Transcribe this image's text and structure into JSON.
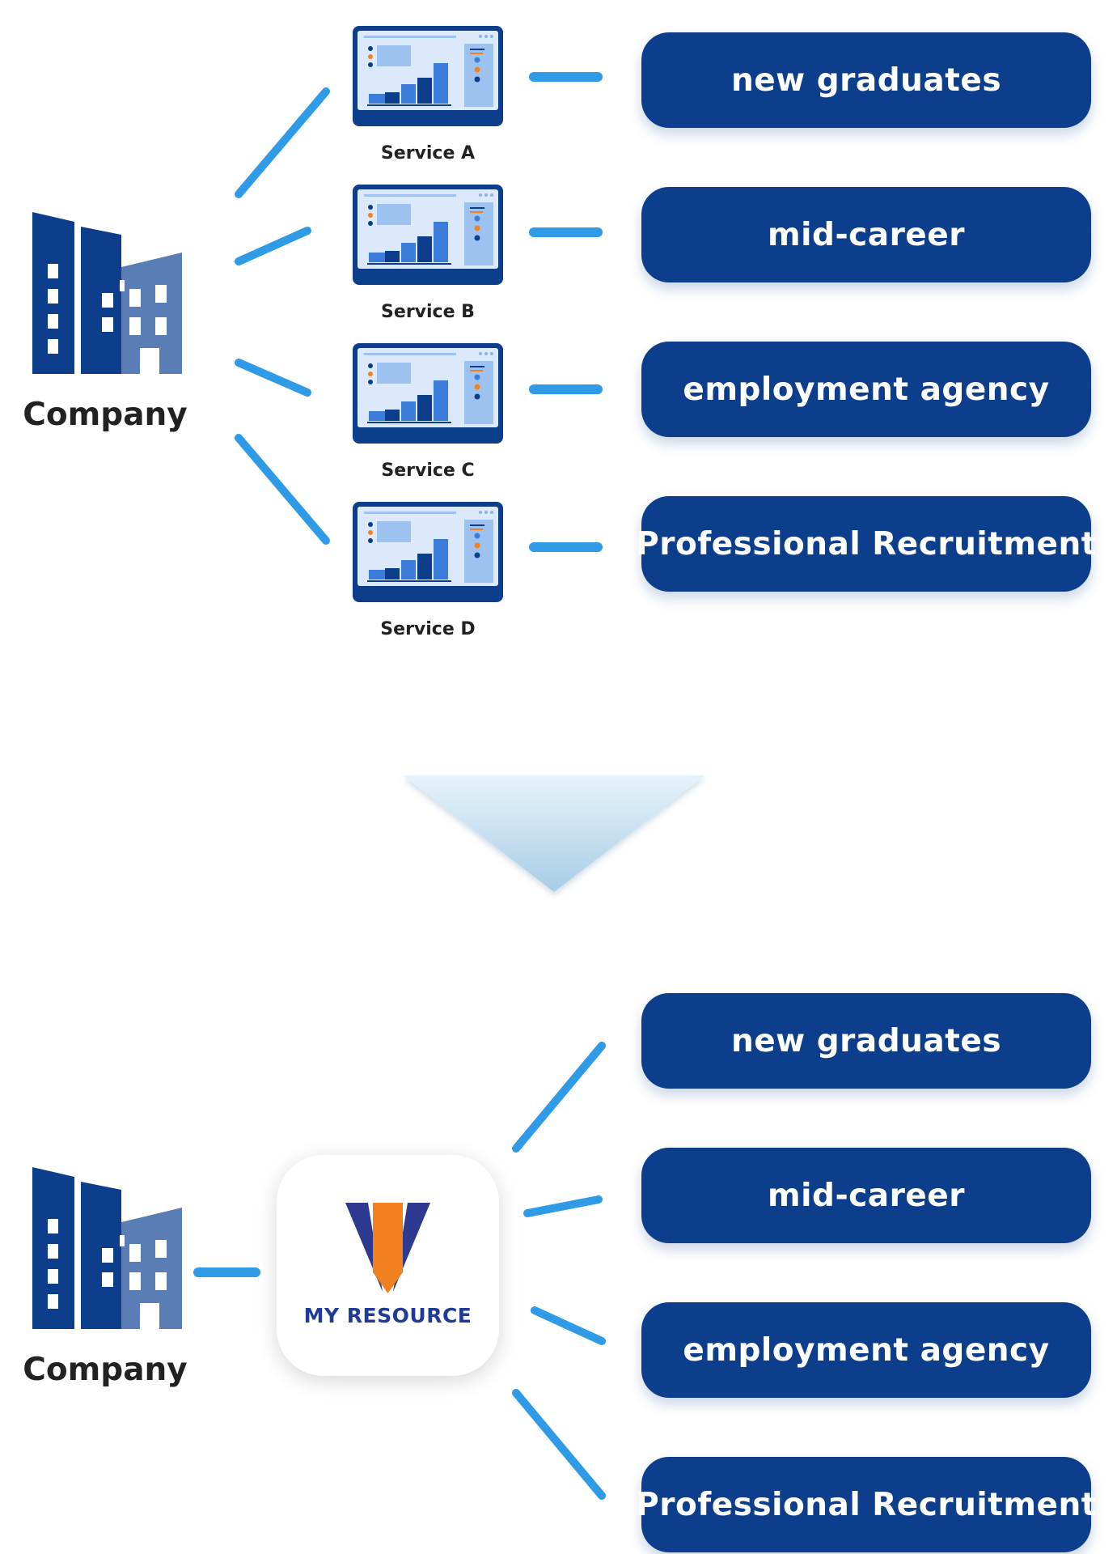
{
  "colors": {
    "brand_navy": "#0c3e8c",
    "connector_blue": "#2f9ae6",
    "building_dark": "#0c3e8c",
    "building_light": "#5b7db5",
    "accent_orange": "#f08020",
    "logo_navy": "#2e3a8f"
  },
  "before": {
    "company_label": "Company",
    "services": [
      {
        "label": "Service A"
      },
      {
        "label": "Service B"
      },
      {
        "label": "Service C"
      },
      {
        "label": "Service D"
      }
    ],
    "targets": [
      {
        "label": "new graduates"
      },
      {
        "label": "mid-career"
      },
      {
        "label": "employment agency"
      },
      {
        "label": "Professional Recruitment"
      }
    ]
  },
  "transition_icon": "down-triangle-arrow-icon",
  "after": {
    "company_label": "Company",
    "app": {
      "brand": "MY RESOURCE",
      "icon": "my-resource-logo-icon"
    },
    "targets": [
      {
        "label": "new graduates"
      },
      {
        "label": "mid-career"
      },
      {
        "label": "employment agency"
      },
      {
        "label": "Professional Recruitment"
      }
    ]
  }
}
